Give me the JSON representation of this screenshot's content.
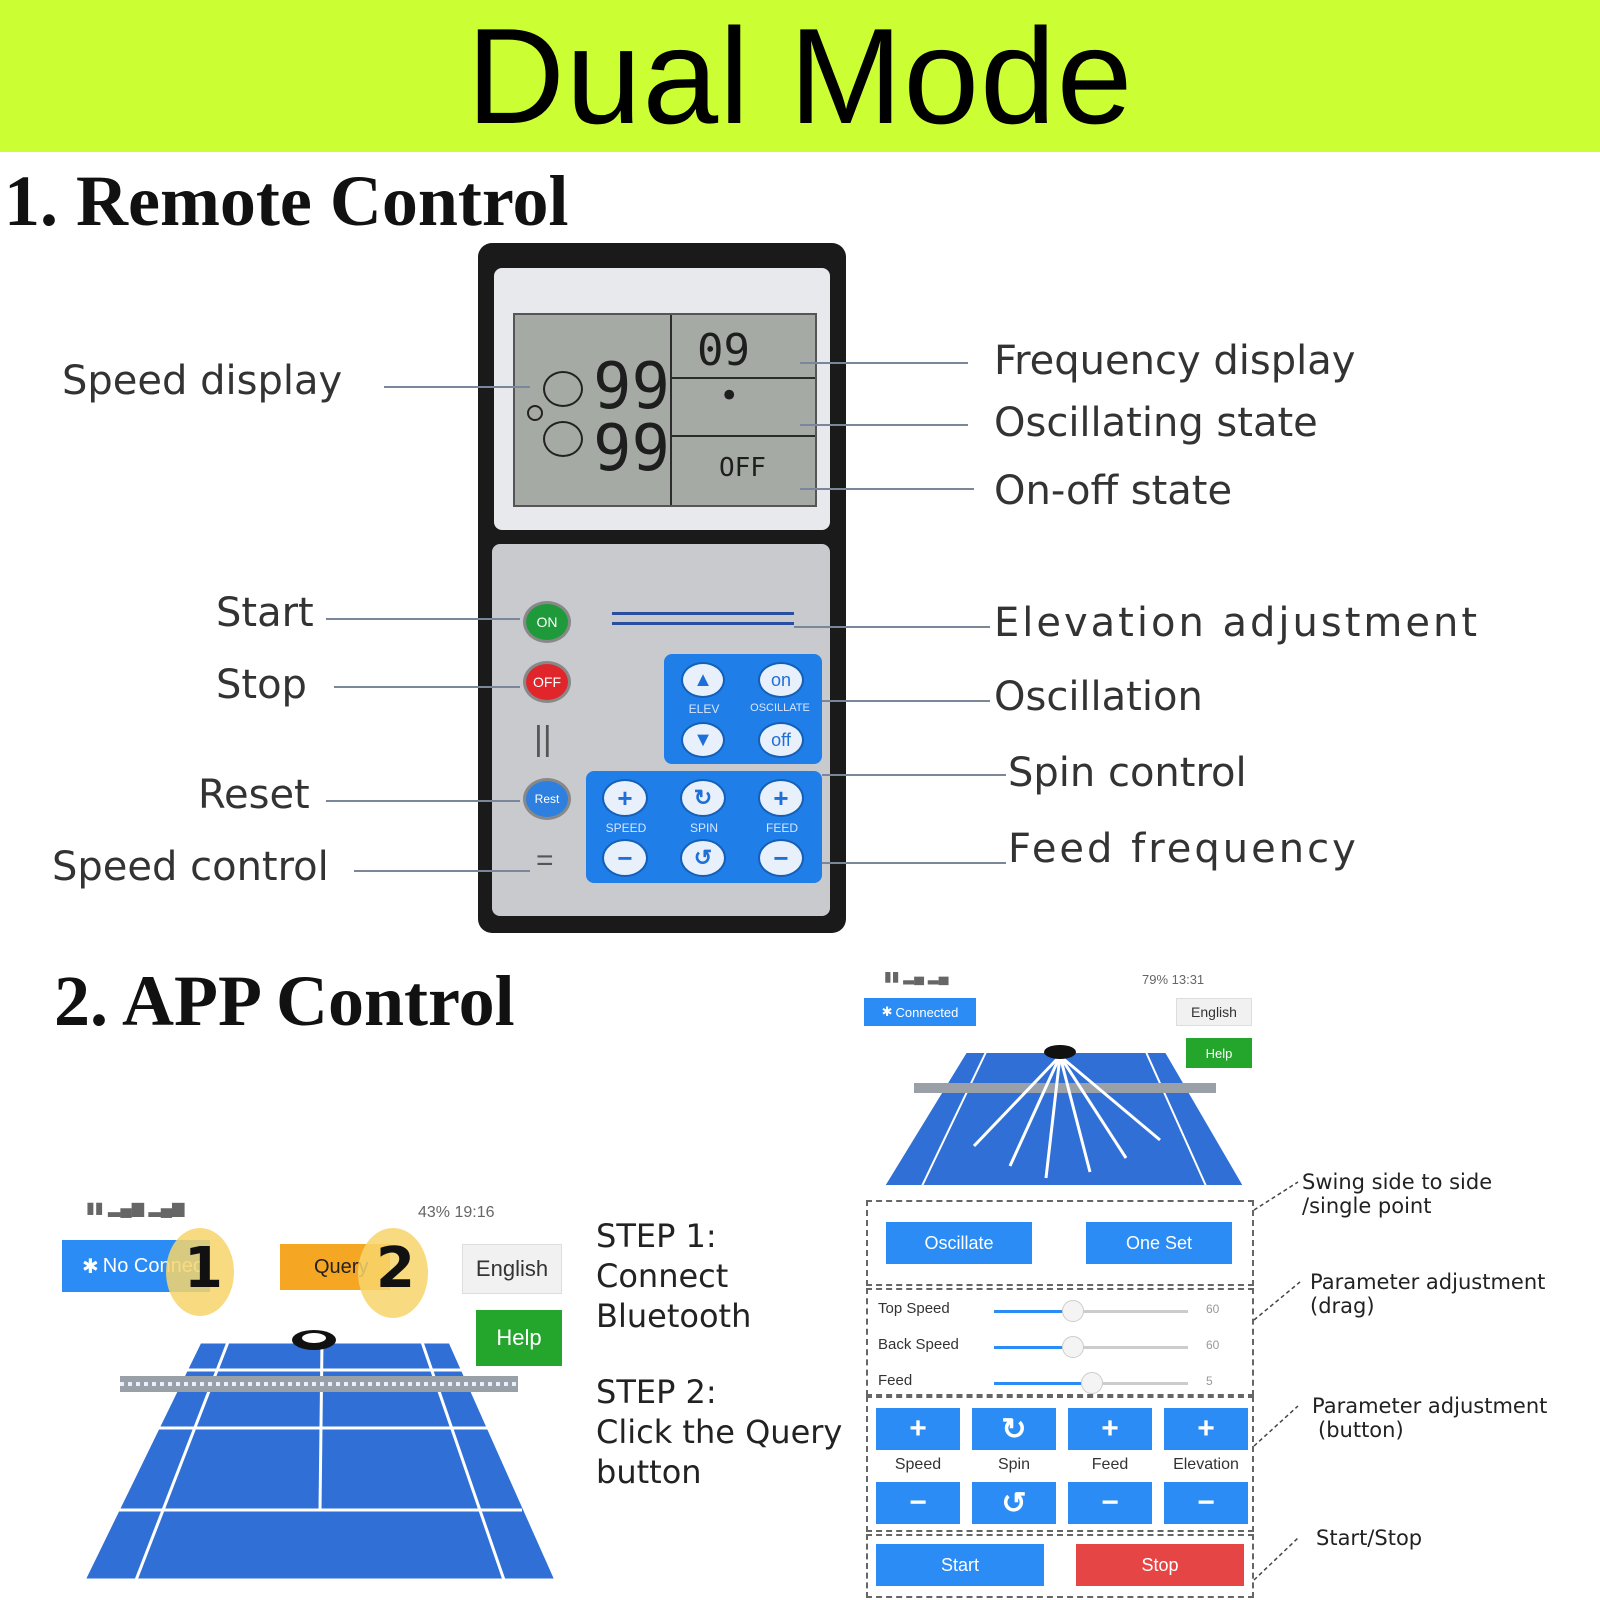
{
  "banner": {
    "title": "Dual Mode",
    "color": "#ccff33"
  },
  "remote_section": {
    "heading": "1. Remote Control",
    "lcd": {
      "speed_top": "99",
      "speed_bottom": "99",
      "frequency": "09",
      "oscillating": "•",
      "onoff": "OFF"
    },
    "buttons": {
      "on": "ON",
      "off": "OFF",
      "reset": "Rest",
      "pause": "||",
      "equals": "="
    },
    "panel_top": {
      "elev_label": "ELEV",
      "oscillate_label": "OSCILLATE",
      "osc_on": "on",
      "osc_off": "off"
    },
    "panel_bottom": {
      "speed_label": "SPEED",
      "spin_label": "SPIN",
      "feed_label": "FEED"
    },
    "callouts_left": [
      "Speed  display",
      "Start",
      "Stop",
      "Reset",
      "Speed control"
    ],
    "callouts_right": [
      "Frequency display",
      "Oscillating state",
      "On-off state",
      "Elevation adjustment",
      "Oscillation",
      "Spin control",
      "Feed frequency"
    ]
  },
  "app_section": {
    "heading": "2. APP Control",
    "left_phone": {
      "status_right": "43% 19:16",
      "bluetooth_button": "No Connect",
      "query_button": "Query",
      "english_button": "English",
      "help_button": "Help",
      "badge1": "1",
      "badge2": "2"
    },
    "steps": {
      "step1_title": "STEP 1:",
      "step1_line1": "Connect",
      "step1_line2": "Bluetooth",
      "step2_title": "STEP 2:",
      "step2_line1": "Click the Query",
      "step2_line2": "button"
    },
    "right_phone": {
      "status_right": "79% 13:31",
      "connected_button": "Connected",
      "english_button": "English",
      "help_button": "Help",
      "oscillate_button": "Oscillate",
      "oneset_button": "One Set",
      "sliders": [
        {
          "label": "Top Speed",
          "value": "60",
          "fill": 0.35
        },
        {
          "label": "Back Speed",
          "value": "60",
          "fill": 0.35
        },
        {
          "label": "Feed",
          "value": "5",
          "fill": 0.45
        }
      ],
      "params": [
        "Speed",
        "Spin",
        "Feed",
        "Elevation"
      ],
      "start_button": "Start",
      "stop_button": "Stop"
    },
    "notes": {
      "swing_line1": "Swing side to side",
      "swing_line2": "/single point",
      "drag_line1": "Parameter adjustment",
      "drag_line2": "(drag)",
      "button_line1": "Parameter adjustment",
      "button_line2": "(button)",
      "startstop": "Start/Stop"
    }
  },
  "icons": [
    "bluetooth-icon",
    "battery-icon",
    "signal-icon",
    "plus-icon",
    "minus-icon",
    "spin-cw-icon",
    "spin-ccw-icon",
    "arrow-up-icon",
    "arrow-down-icon"
  ]
}
